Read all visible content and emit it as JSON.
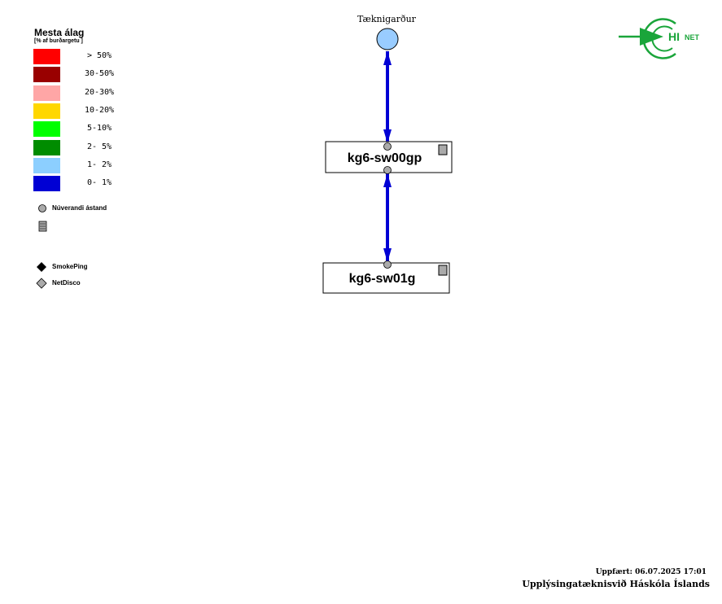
{
  "legend": {
    "title": "Mesta álag",
    "subtitle": "[% af burðargetu ]",
    "scale": [
      {
        "range": "> 50%",
        "color": "#ff0000"
      },
      {
        "range": "30-50%",
        "color": "#990000"
      },
      {
        "range": "20-30%",
        "color": "#ffa6a6"
      },
      {
        "range": "10-20%",
        "color": "#ffd700"
      },
      {
        "range": "5-10%",
        "color": "#00ff00"
      },
      {
        "range": "2- 5%",
        "color": "#008c00"
      },
      {
        "range": "1- 2%",
        "color": "#8ccfff"
      },
      {
        "range": "0- 1%",
        "color": "#0000d4"
      }
    ],
    "current_state_label": "Núverandi ástand",
    "smokeping_label": "SmokePing",
    "netdisco_label": "NetDisco"
  },
  "site": {
    "name": "Tæknigarður",
    "color": "#99ccff"
  },
  "nodes": [
    {
      "name": "kg6-sw00gp"
    },
    {
      "name": "kg6-sw01g"
    }
  ],
  "link_color": "#0000d4",
  "logo": {
    "hi": "HI",
    "net": "NET",
    "color": "#1aa53a"
  },
  "footer": {
    "updated": "Uppfært: 06.07.2025 17:01",
    "org": "Upplýsingatæknisvið Háskóla Íslands"
  }
}
